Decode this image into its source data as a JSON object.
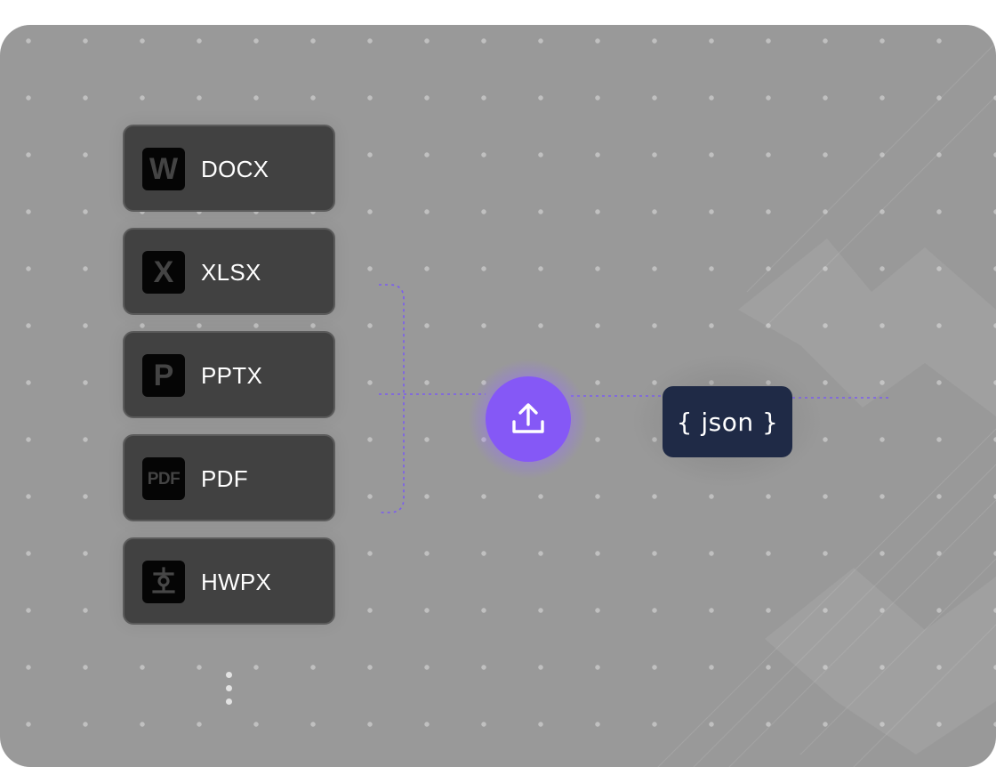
{
  "formats": [
    {
      "icon": "word-doc-icon",
      "glyph": "W",
      "label": "DOCX"
    },
    {
      "icon": "excel-sheet-icon",
      "glyph": "X",
      "label": "XLSX"
    },
    {
      "icon": "powerpoint-icon",
      "glyph": "P",
      "label": "PPTX"
    },
    {
      "icon": "pdf-icon",
      "glyph": "PDF",
      "label": "PDF"
    },
    {
      "icon": "hangul-hwp-icon",
      "glyph": "",
      "label": "HWPX"
    }
  ],
  "upload": {
    "icon": "upload-icon",
    "color": "#8558f6"
  },
  "output": {
    "label": "{ json }",
    "color": "#1f2a46"
  },
  "connector_color": "#7b5cf0",
  "panel_color": "#999999",
  "card_color": "#414141"
}
